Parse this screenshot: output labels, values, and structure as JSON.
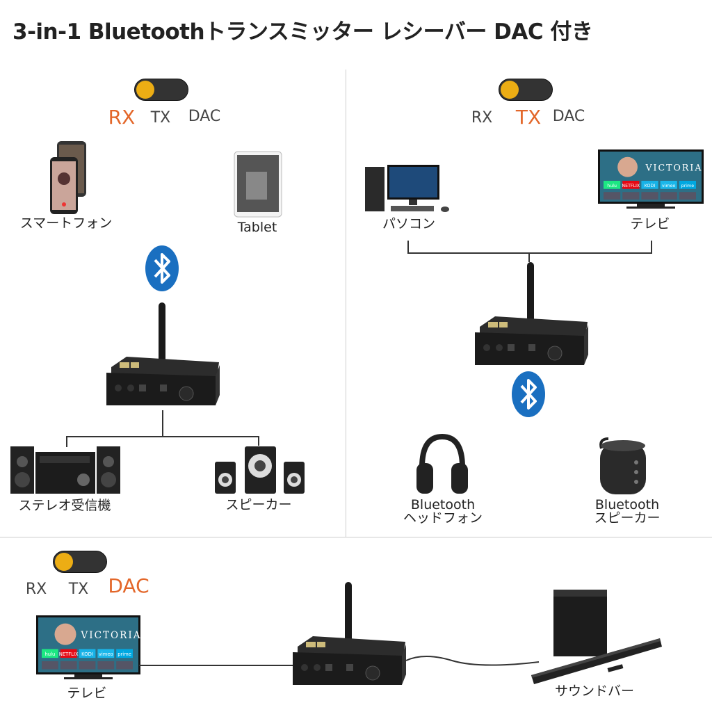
{
  "title": "3-in-1 Bluetoothトランスミッター レシーバー DAC 付き",
  "colors": {
    "accent_orange": "#e3672a",
    "toggle_knob": "#ecad14",
    "bluetooth_blue": "#1a6fc0"
  },
  "panels": {
    "rx": {
      "modes": [
        "RX",
        "TX",
        "DAC"
      ],
      "active": "RX",
      "sources": [
        "スマートフォン",
        "Tablet"
      ],
      "outputs": [
        "ステレオ受信機",
        "スピーカー"
      ]
    },
    "tx": {
      "modes": [
        "RX",
        "TX",
        "DAC"
      ],
      "active": "TX",
      "sources": [
        "パソコン",
        "テレビ"
      ],
      "outputs": [
        "Bluetooth",
        "ヘッドフォン",
        "Bluetooth",
        "スピーカー"
      ]
    },
    "dac": {
      "modes": [
        "RX",
        "TX",
        "DAC"
      ],
      "active": "DAC",
      "source": "テレビ",
      "output": "サウンドバー"
    }
  },
  "tv_screen": {
    "title": "VICTORIA",
    "apps": [
      "hulu",
      "NETFLIX",
      "KODI",
      "vimeo",
      "prime"
    ]
  }
}
